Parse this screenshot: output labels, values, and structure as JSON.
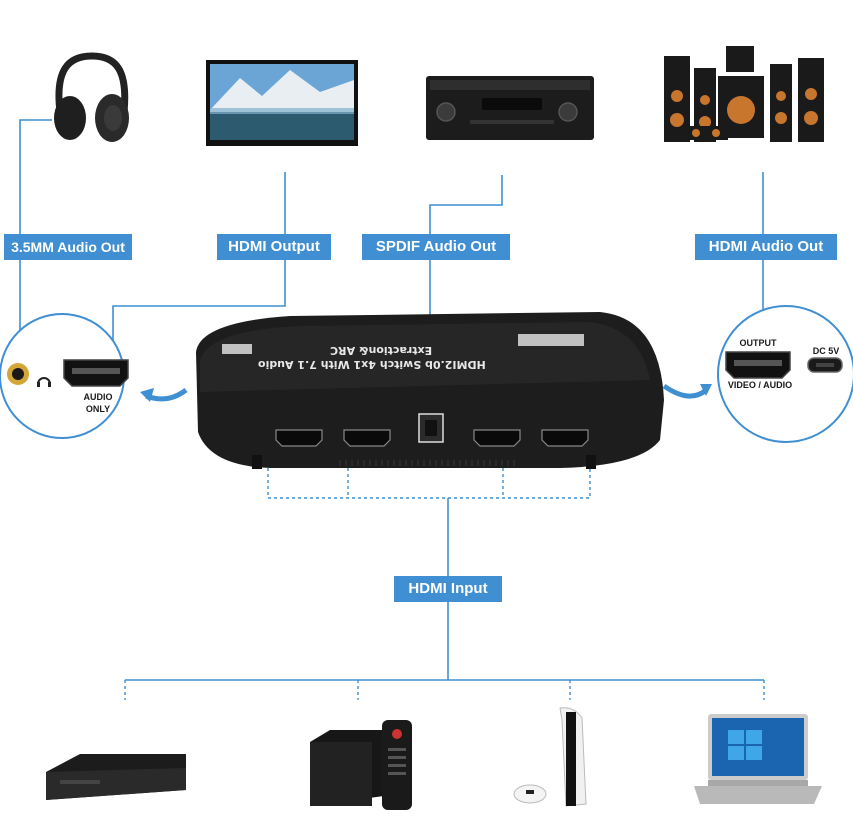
{
  "labels": {
    "audio_35mm": "3.5MM Audio Out",
    "hdmi_output": "HDMI Output",
    "spdif_out": "SPDIF Audio Out",
    "hdmi_audio_out": "HDMI Audio Out",
    "hdmi_input": "HDMI Input"
  },
  "device": {
    "title_line1": "HDMI2.0b Switch 4x1 With 7.1 Audio",
    "title_line2": "Extraction& ARC"
  },
  "left_zoom": {
    "audio_only": "AUDIO\nONLY"
  },
  "right_zoom": {
    "output": "OUTPUT",
    "dc": "DC 5V",
    "video_audio": "VIDEO / AUDIO"
  },
  "colors": {
    "accent_blue": "#3f8fd2",
    "device_body": "#1d1d1d"
  },
  "top_devices": [
    "headphones",
    "tv",
    "amplifier",
    "speaker-system"
  ],
  "bottom_devices": [
    "dvd-player",
    "tv-box-with-remote",
    "game-console",
    "laptop"
  ]
}
